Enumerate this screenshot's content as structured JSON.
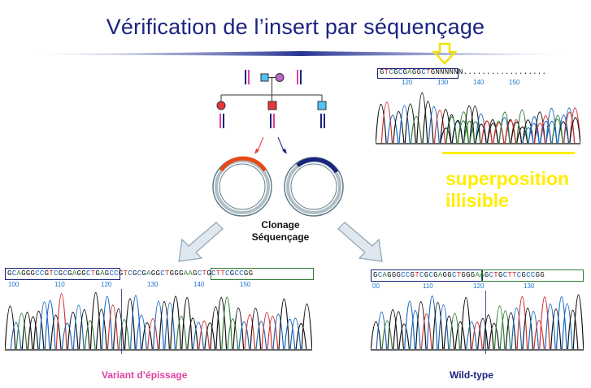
{
  "title": "Vérification de l’insert par séquençage",
  "top_trace": {
    "sequence": "GTCGCGAGGCTG",
    "trailing": "NNNNNN..................",
    "ticks": [
      "120",
      "130",
      "140",
      "150"
    ]
  },
  "annotation": {
    "line1": "superposition",
    "line2": "illisible"
  },
  "process": {
    "line1": "Clonage",
    "line2": "Séquençage"
  },
  "variant_trace": {
    "sequence": "GCAGGGCCGTCGCGAGGCTGAGCCGTCGCGAGGCTGGGAAGCTGCTTCGCCGG",
    "ticks": [
      "100",
      "110",
      "120",
      "130",
      "140",
      "150"
    ],
    "label": "Variant d’épissage"
  },
  "wt_trace": {
    "sequence": "GCAGGGCCGTCGCGAGGCTGGGAAGCTGCTTCGCCGG",
    "ticks": [
      "00",
      "110",
      "120",
      "130"
    ],
    "label": "Wild-type"
  },
  "colors": {
    "title": "#1a237e",
    "annotation": "#ffee00",
    "variant_label": "#e040a0",
    "wt_label": "#1a237e",
    "base_A": "#2e7d32",
    "base_C": "#1565c0",
    "base_G": "#111111",
    "base_T": "#d32f2f"
  }
}
